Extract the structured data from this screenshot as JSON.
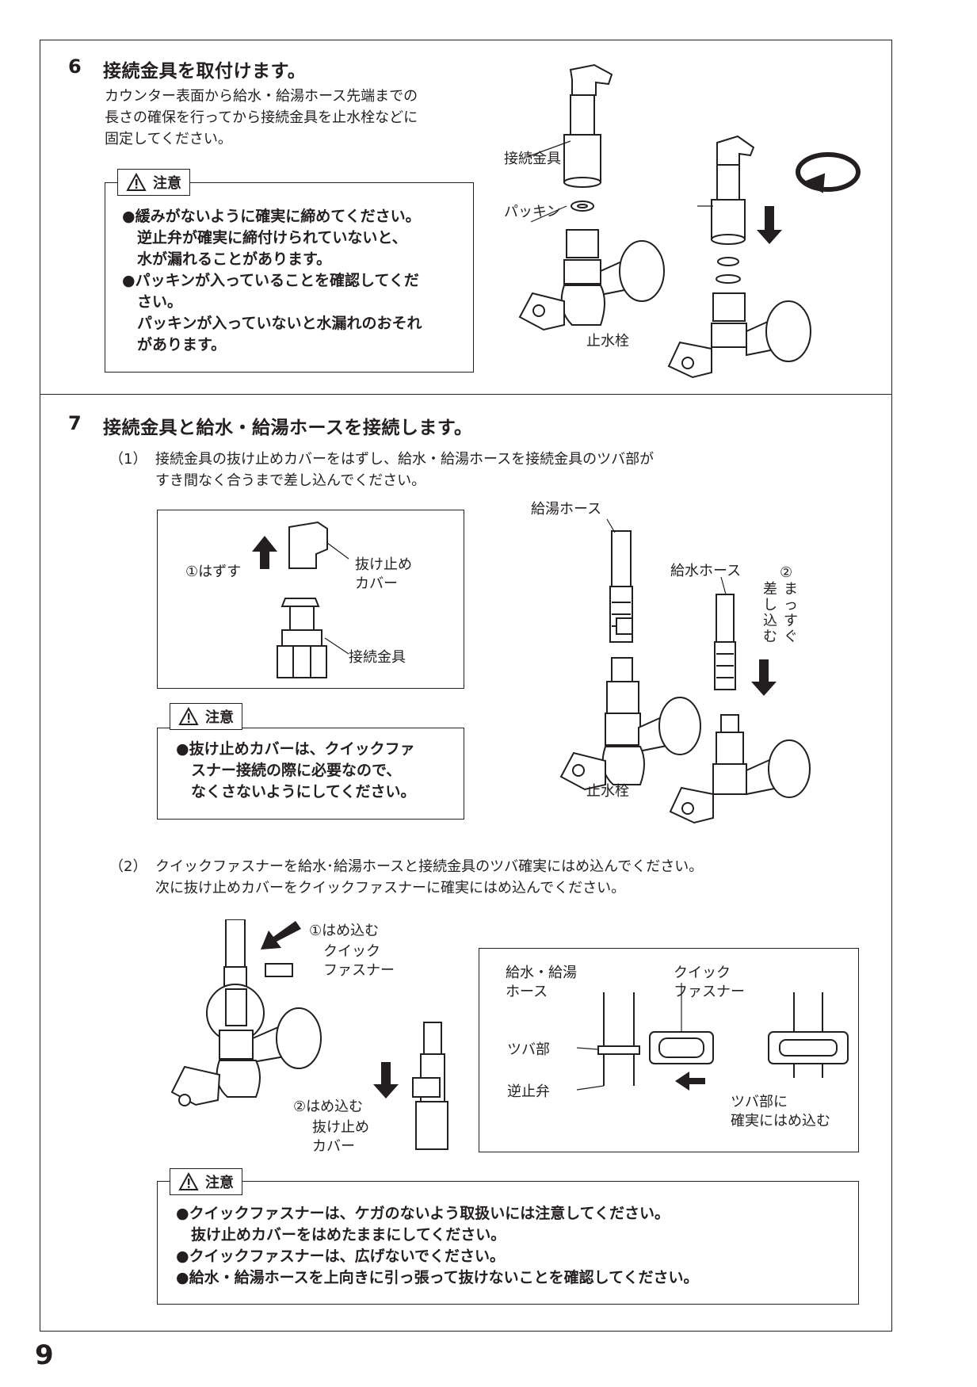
{
  "step6": {
    "num": "6",
    "title": "接続金具を取付けます。",
    "body": [
      "カウンター表面から給水・給湯ホース先端までの",
      "長さの確保を行ってから接続金具を止水栓などに",
      "固定してください。"
    ],
    "caution_label": "注意",
    "caution": [
      "●緩みがないように確実に締めてください。",
      "　逆止弁が確実に締付けられていないと、",
      "　水が漏れることがあります。",
      "●パッキンが入っていることを確認してくだ",
      "　さい。",
      "　パッキンが入っていないと水漏れのおそれ",
      "　があります。"
    ],
    "fig": {
      "fitting": "接続金具",
      "packing": "パッキン",
      "valve": "止水栓"
    }
  },
  "step7": {
    "num": "7",
    "title": "接続金具と給水・給湯ホースを接続します。",
    "sub1": {
      "marker": "（1）",
      "text": [
        "接続金具の抜け止めカバーをはずし、給水・給湯ホースを接続金具のツバ部が",
        "すき間なく合うまで差し込んでください。"
      ],
      "fig_left": {
        "remove": "①はずす",
        "cover1": "抜け止め",
        "cover2": "カバー",
        "fitting": "接続金具"
      },
      "caution_label": "注意",
      "caution": [
        "●抜け止めカバーは、クイックファ",
        "　スナー接続の際に必要なので、",
        "　なくさないようにしてください。"
      ],
      "fig_right": {
        "hot": "給湯ホース",
        "cold": "給水ホース",
        "circ": "②",
        "straight": "まっすぐ",
        "insert": "差し込む",
        "valve": "止水栓"
      }
    },
    "sub2": {
      "marker": "（2）",
      "text": [
        "クイックファスナーを給水･給湯ホースと接続金具のツバ確実にはめ込んでください。",
        "次に抜け止めカバーをクイックファスナーに確実にはめ込んでください。"
      ],
      "fig_left": {
        "step1": "①はめ込む",
        "qf1": "クイック",
        "qf2": "ファスナー",
        "step2": "②はめ込む",
        "cover1": "抜け止め",
        "cover2": "カバー"
      },
      "fig_detail": {
        "hose1": "給水・給湯",
        "hose2": "ホース",
        "qf1": "クイック",
        "qf2": "ファスナー",
        "flange": "ツバ部",
        "check": "逆止弁",
        "fit1": "ツバ部に",
        "fit2": "確実にはめ込む"
      },
      "caution_label": "注意",
      "caution": [
        "●クイックファスナーは、ケガのないよう取扱いには注意してください。",
        "　抜け止めカバーをはめたままにしてください。",
        "●クイックファスナーは、広げないでください。",
        "●給水・給湯ホースを上向きに引っ張って抜けないことを確認してください。"
      ]
    }
  },
  "page_number": "9"
}
